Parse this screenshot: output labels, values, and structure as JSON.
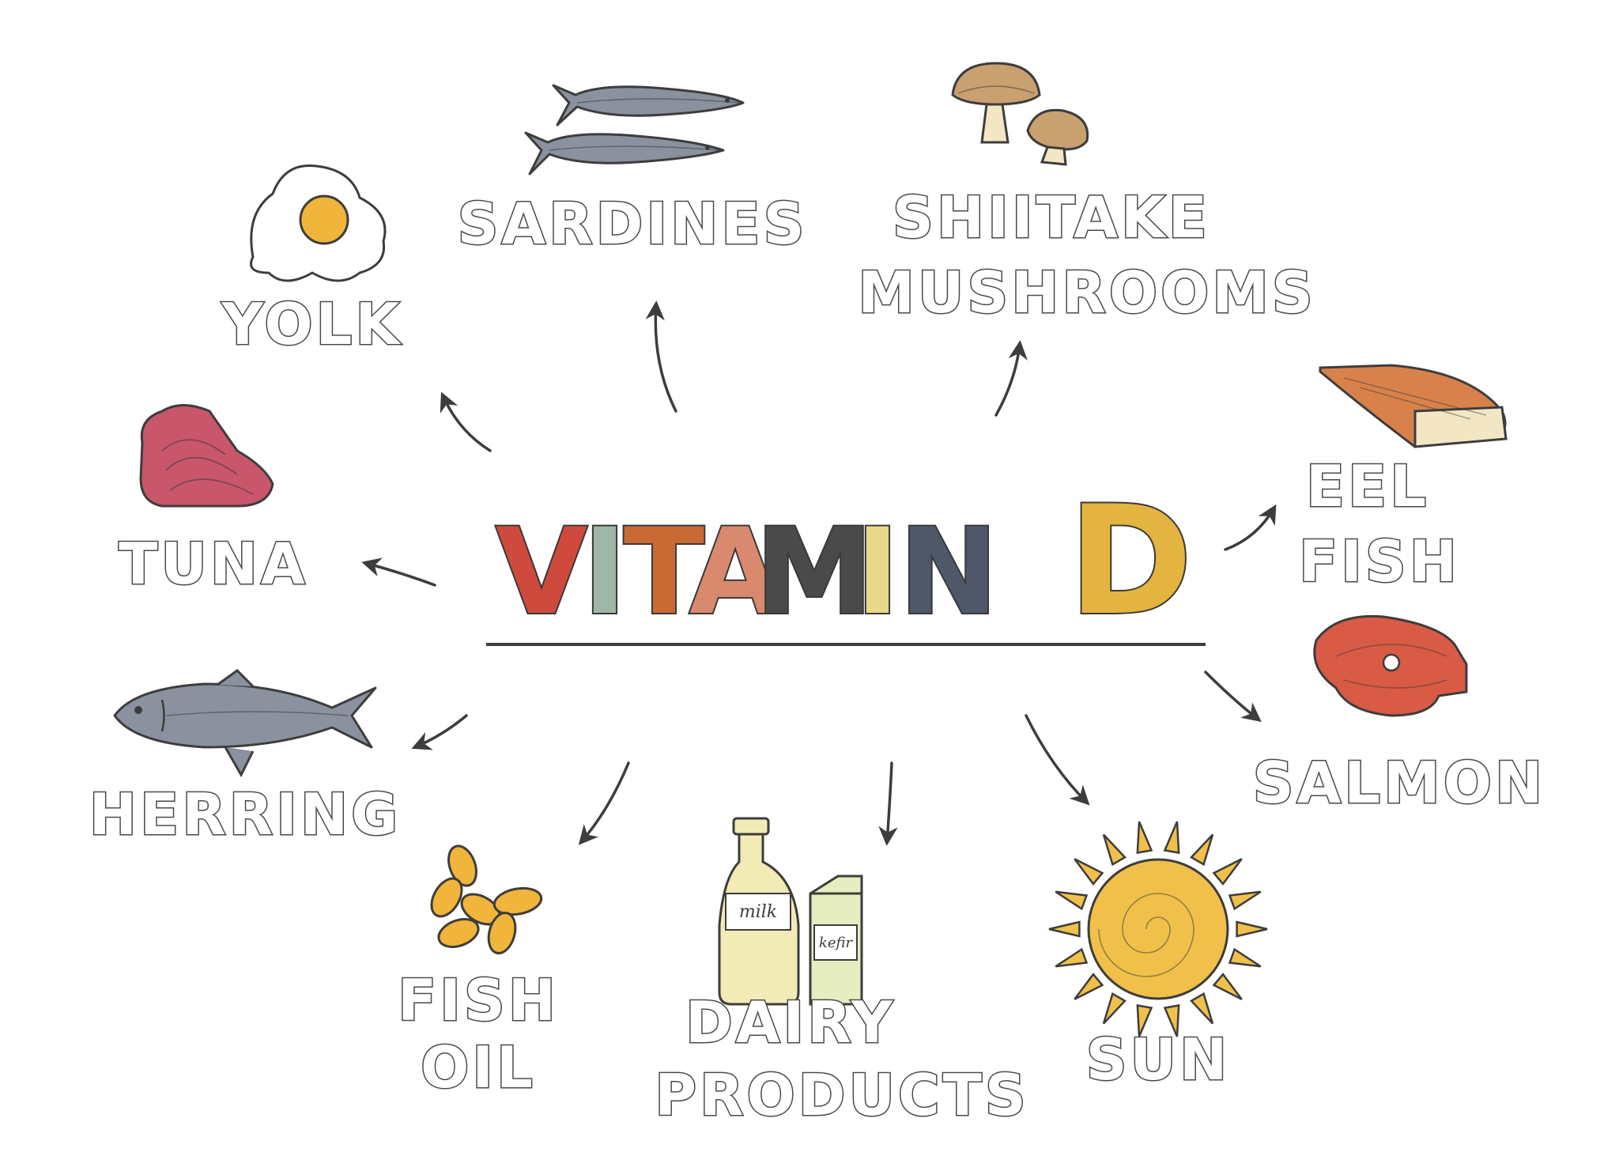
{
  "title": {
    "letters": [
      {
        "ch": "V",
        "color": "#cf4a3c"
      },
      {
        "ch": "I",
        "color": "#9fb7a4"
      },
      {
        "ch": "T",
        "color": "#c96a35"
      },
      {
        "ch": "A",
        "color": "#d98a6e"
      },
      {
        "ch": "M",
        "color": "#4a4a4a"
      },
      {
        "ch": "I",
        "color": "#e8d98a"
      },
      {
        "ch": "N",
        "color": "#4e5868"
      },
      {
        "ch": "D",
        "color": "#e3b43f"
      }
    ]
  },
  "nodes": {
    "sardines": {
      "lines": [
        "SARDINES"
      ]
    },
    "shiitake": {
      "lines": [
        "SHIITAKE",
        "MUSHROOMS"
      ]
    },
    "yolk": {
      "lines": [
        "YOLK"
      ]
    },
    "tuna": {
      "lines": [
        "TUNA"
      ]
    },
    "eel": {
      "lines": [
        "EEL",
        "FISH"
      ]
    },
    "herring": {
      "lines": [
        "HERRING"
      ]
    },
    "salmon": {
      "lines": [
        "SALMON"
      ]
    },
    "fish_oil": {
      "lines": [
        "FISH",
        "OIL"
      ]
    },
    "dairy": {
      "lines": [
        "DAIRY",
        "PRODUCTS"
      ]
    },
    "sun": {
      "lines": [
        "SUN"
      ]
    }
  },
  "dairy_labels": {
    "milk": "milk",
    "kefir": "kefir"
  },
  "colors": {
    "ink": "#3d3d3d",
    "fish_gray": "#8b919e",
    "egg_yolk": "#f0b53a",
    "tuna": "#c9566a",
    "salmon": "#d95a45",
    "eel": "#d9814a",
    "mushroom": "#c9a070",
    "milk": "#f3ebb5",
    "kefir": "#e6edc0",
    "sun": "#f0c04a"
  }
}
